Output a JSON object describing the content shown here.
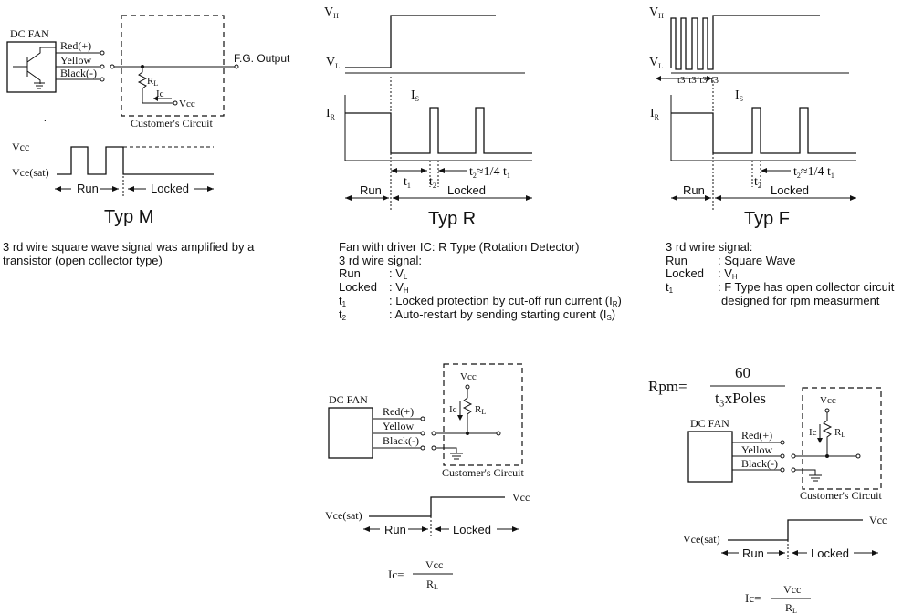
{
  "labels": {
    "dc_fan": "DC FAN",
    "red": "Red(+)",
    "yellow": "Yellow",
    "black": "Black(-)",
    "fg_output": "F.G. Output",
    "rl": "R",
    "rl_sub": "L",
    "ic": "Ic",
    "vcc": "Vcc",
    "vce_sat": "Vce(sat)",
    "customers_circuit": "Customer's Circuit",
    "run": "Run",
    "locked": "Locked",
    "v": "V",
    "h_sub": "H",
    "l_sub": "L",
    "i": "I",
    "r_sub": "R",
    "s_sub": "S",
    "t": "t",
    "t1_sub": "1",
    "t2_sub": "2",
    "t2_ratio": "≈1/4 t",
    "t3": "t3"
  },
  "titles": {
    "typ_m": "Typ M",
    "typ_r": "Typ R",
    "typ_f": "Typ F"
  },
  "desc_m": {
    "line1": "3 rd wire square wave signal was amplified by a",
    "line2": "transistor (open collector type)"
  },
  "desc_r": {
    "line1": "Fan with driver IC: R Type (Rotation Detector)",
    "line2": "3 rd wire signal:",
    "rows": [
      {
        "key": "Run",
        "val": ": V",
        "sub": "L",
        "tail": ""
      },
      {
        "key": "Locked",
        "val": ": V",
        "sub": "H",
        "tail": ""
      },
      {
        "key": "t",
        "key_sub": "1",
        "val": ": Locked protection by cut-off run current (I",
        "sub": "R",
        "tail": ")"
      },
      {
        "key": "t",
        "key_sub": "2",
        "val": ": Auto-restart by sending starting curent (I",
        "sub": "S",
        "tail": ")"
      }
    ]
  },
  "desc_f": {
    "line1": "3 rd wrire signal:",
    "rows": [
      {
        "key": "Run",
        "val": ": Square Wave",
        "sub": ""
      },
      {
        "key": "Locked",
        "val": ": V",
        "sub": "H"
      },
      {
        "key": "t",
        "key_sub": "1",
        "val": ": F Type has open collector circuit",
        "sub": ""
      }
    ],
    "line_last": "designed for rpm measurment"
  },
  "rpm": {
    "prefix": "Rpm=",
    "numerator": "60",
    "denominator": "t₃xPoles"
  },
  "ic_formula": {
    "prefix": "Ic=",
    "numerator": "Vcc",
    "denominator": "R",
    "den_sub": "L"
  }
}
